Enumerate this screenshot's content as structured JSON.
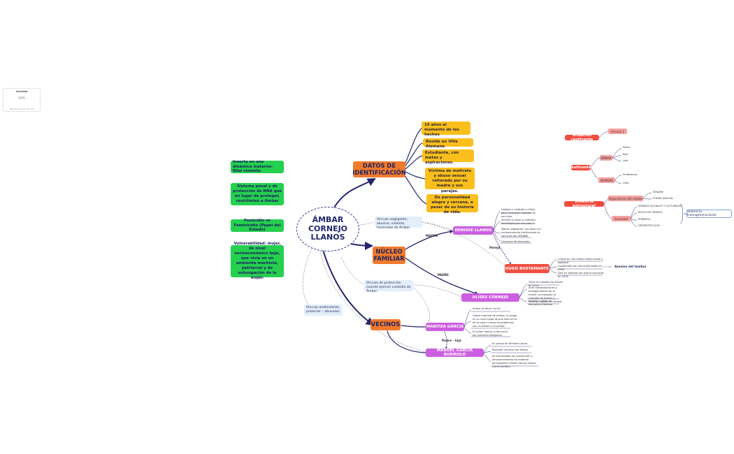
{
  "legend": {
    "title": "Leyenda",
    "subtitle": "Representación de ruta"
  },
  "root": {
    "label": "ÁMBAR\nCORNEJO\nLLANOS"
  },
  "branches": {
    "datos": "DATOS DE\nIDENTIFICACIÓN",
    "nucleo": "NÚCLEO\nFAMILIAR",
    "vecinos": "VECINOS"
  },
  "datos_items": [
    "16 años al momento de los hechos",
    "Reside en Villa Alemana",
    "Estudiante, con metas y aspiraciones.",
    "Víctima de maltrato y abuso sexual reiterado por su madre y sus parejas.",
    "De personalidad alegre y cercana, a pesar de su historia de vida."
  ],
  "green_notes": [
    "Inserta en una dinámica materno-filial violenta.",
    "Sistema penal y de protección de NNA que en lugar de proteger, revictimizó a Ámbar",
    "Femicidio vs Feminicidio (Papel del Estado)",
    "Vulnerabilidad: mujer, de nivel socioeconómico bajo, que vivía en un ambiente machista, patriarcal y de subyugación de la mujer."
  ],
  "people": {
    "denisse": "DENISSE LLANOS",
    "hugo": "HUGO BUSTAMANTE",
    "ulises": "ULISES CORNEJO",
    "maritza": "MARITZA GARCÍA",
    "manuel": "MANUEL GARCÍA BUEIROLO"
  },
  "relations": {
    "madre": "MADRE",
    "padre": "PADRE",
    "pareja": "Pareja",
    "padre_hija": "Padre - hija"
  },
  "links_text": {
    "negligente": "Vínculo negligente, abusivo, violento, homicidas de Ámbar.",
    "proteccion": "Vínculo de protección cuando ejercen custodia de Ámbar.",
    "ambivalente": "Vínculo ambivalente, protector – abusador."
  },
  "denisse_notes": [
    "Hostiga y maltrata a Ulises para recuperar custodia de sus hijos",
    "Somete a Ulises a maltrato psicológico por sus parejas",
    "Madre negligente, sus hijos con reclamamiento institucional en servicios del SENAME",
    "Cómplice de asesinato"
  ],
  "hugo_notes": [
    "Criado en una familia disfuncional y agresiva",
    "Condenado por homicidio doble en 1995",
    "Sale en libertad por buena conducta en 2016"
  ],
  "hugo_outcome": "Asesino del tambor",
  "ulises_notes": [
    "Tiene la custodia de Ámbar en 2013",
    "Ante manipulaciones y hostigamientos de la madre, se traspasa la custodia de Ámbar a abuela, y luego se devuelta a Denisse",
    "Relación lejana con Ámbar"
  ],
  "maritza_notes": [
    "Ámbar la decía \"la tía\"",
    "Tutora informal de Ámbar; la acoge en su casa luego de que esta se va de la casa a causa de problemas con su madre y su pareja.",
    "Es quien realiza la denuncia por presunta desgracia."
  ],
  "manuel_notes": [
    "Ex pareja de Denisse Llanos",
    "Relación cercana con Ámbar",
    "Es formalizado por producción y almacenamiento de material pornográfico infantil (abuso sexual contra Ámbar)."
  ],
  "right_cluster": {
    "situacion": "Situación cautivante",
    "vinculo": "Vínculo 1",
    "cautivantes": "Cautivantes",
    "ambar": "ÁMBAR",
    "ambar_items": [
      "Poeta",
      "Pola",
      "Lola"
    ],
    "denisse": "DENISSE",
    "denisse_items": [
      "Profesiones",
      "Lista"
    ],
    "violencia_estructural": "Violencia estructural",
    "organismos": "Organismos del estado",
    "organismos_items": [
      "SENAME",
      "PODER JUDICIAL"
    ],
    "sociedad": "Sociedad",
    "sociedad_items": [
      "NORMAS SOCIALES Y CULTURALES",
      "ROLES DE GÉNERO",
      "POBREZA",
      "DESPROTECCIÓN"
    ],
    "transgeneracional": "Violencia transgeneracional"
  },
  "colors": {
    "root_border": "#2f318f",
    "branch": "#f07a2d",
    "datos": "#fbbf1d",
    "green": "#25d04f",
    "person": "#cc5fe0",
    "hugo": "#f24b3e",
    "link": "#23256e"
  }
}
